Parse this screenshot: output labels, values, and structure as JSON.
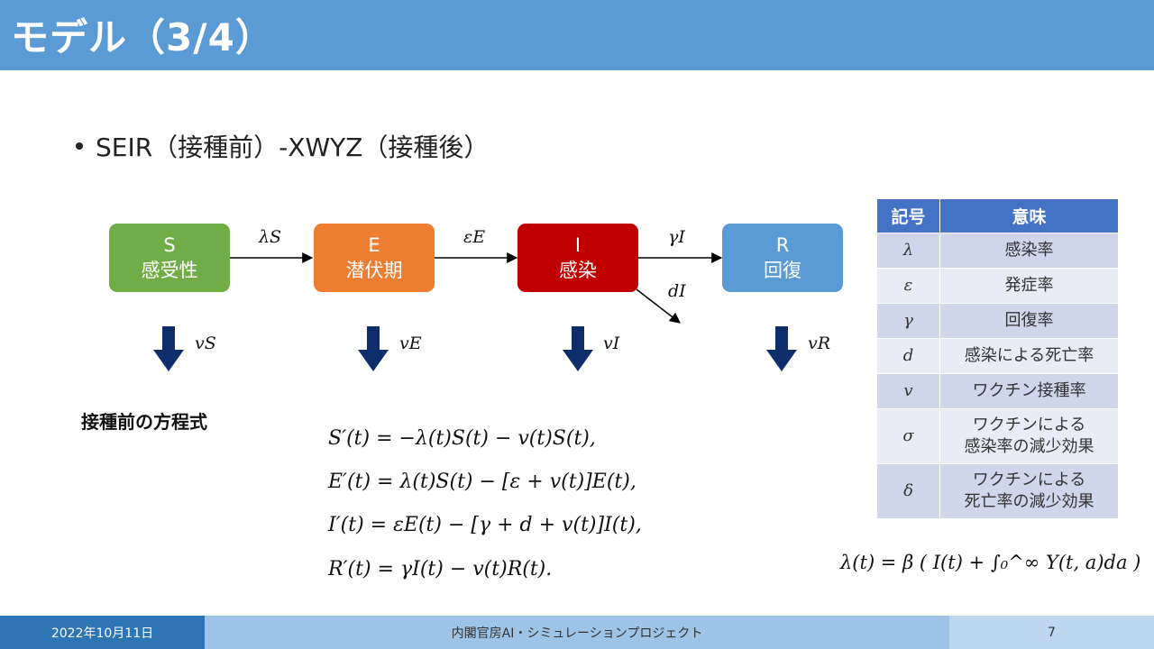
{
  "header": {
    "title": "モデル（3/4）"
  },
  "bullet": {
    "text": "SEIR（接種前）-XWYZ（接種後）"
  },
  "nodes": [
    {
      "id": "S",
      "label": "感受性",
      "color": "#70ad47"
    },
    {
      "id": "E",
      "label": "潜伏期",
      "color": "#ed7d31"
    },
    {
      "id": "I",
      "label": "感染",
      "color": "#c00000"
    },
    {
      "id": "R",
      "label": "回復",
      "color": "#5b9bd5"
    }
  ],
  "flows": {
    "s_to_e": "λS",
    "e_to_i": "εE",
    "i_to_r": "γI",
    "i_death": "dI",
    "vacc_s": "vS",
    "vacc_e": "vE",
    "vacc_i": "vI",
    "vacc_r": "vR"
  },
  "section_label": "接種前の方程式",
  "equations": [
    "S′(t) = −λ(t)S(t) − v(t)S(t),",
    "E′(t) = λ(t)S(t) − [ε + v(t)]E(t),",
    "I′(t) = εE(t) − [γ + d + v(t)]I(t),",
    "R′(t) = γI(t) − v(t)R(t)."
  ],
  "table": {
    "headers": [
      "記号",
      "意味"
    ],
    "rows": [
      {
        "symbol": "λ",
        "meaning": "感染率"
      },
      {
        "symbol": "ε",
        "meaning": "発症率"
      },
      {
        "symbol": "γ",
        "meaning": "回復率"
      },
      {
        "symbol": "d",
        "meaning": "感染による死亡率"
      },
      {
        "symbol": "v",
        "meaning": "ワクチン接種率"
      },
      {
        "symbol": "σ",
        "meaning_line1": "ワクチンによる",
        "meaning_line2": "感染率の減少効果"
      },
      {
        "symbol": "δ",
        "meaning_line1": "ワクチンによる",
        "meaning_line2": "死亡率の減少効果"
      }
    ]
  },
  "lambda_equation": "λ(t) = β ( I(t) + ∫₀^∞ Y(t, a)da )",
  "footer": {
    "date": "2022年10月11日",
    "project": "内閣官房AI・シミュレーションプロジェクト",
    "page": "7"
  },
  "colors": {
    "header_bg": "#5b9bd5",
    "table_header": "#4472c4",
    "vaccine_arrow": "#1f3864"
  }
}
